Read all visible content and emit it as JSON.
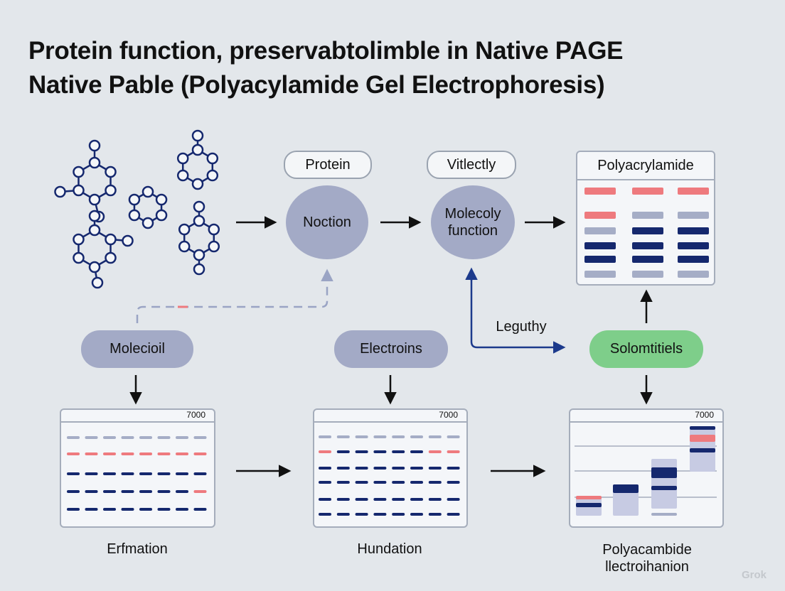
{
  "title": {
    "line1": "Protein function, preservabtolimble in Native PAGE",
    "line2": "Native Pable (Polyacylamide Gel Electrophoresis)"
  },
  "nodes": {
    "protein_pill": "Protein",
    "vitlectly_pill": "Vitlectly",
    "noction": "Noction",
    "molecoly_function": "Molecoly function",
    "polyacrylamide_panel": "Polyacrylamide",
    "molecioil": "Molecioil",
    "electroins": "Electroins",
    "solomtitiels": "Solomtitiels",
    "leguthy": "Leguthy"
  },
  "gels": [
    {
      "number": "7000",
      "caption": "Erfmation"
    },
    {
      "number": "7000",
      "caption": "Hundation"
    },
    {
      "number": "7000",
      "caption_line1": "Polyacambide",
      "caption_line2": "llectroihanion"
    }
  ],
  "colors": {
    "navy": "#15286e",
    "red": "#ee7a7e",
    "gray": "#a5adc6",
    "green": "#7ece8a",
    "lavender": "#a3aac6",
    "accent_blue": "#1c3a8c"
  },
  "icons": [
    "molecule-cluster-icon",
    "arrow-right-icon",
    "arrow-down-icon",
    "arrow-up-icon"
  ],
  "watermark": "Grok"
}
